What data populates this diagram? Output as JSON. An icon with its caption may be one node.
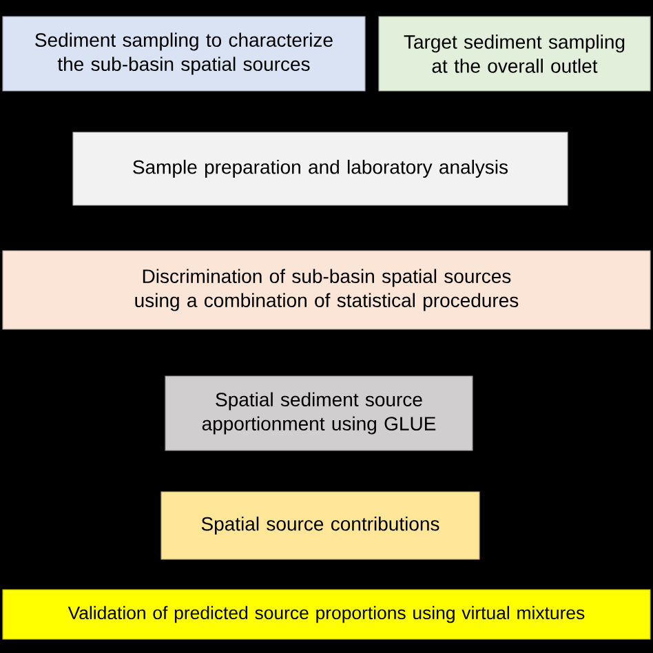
{
  "diagram": {
    "nodes": [
      {
        "text": [
          "Sediment sampling to characterize the sub-basin spatial sources"
        ]
      },
      {
        "text": [
          "Target sediment sampling at the overall outlet"
        ]
      },
      {
        "text": [
          "Sample preparation and laboratory analysis"
        ]
      },
      {
        "text": [
          "Discrimination of sub-basin spatial sources using a combination of statistical procedures"
        ]
      },
      {
        "text": [
          "Spatial sediment source apportionment using GLUE"
        ]
      },
      {
        "text": [
          "Spatial source contributions"
        ]
      },
      {
        "text": [
          "Validation of predicted source proportions using virtual mixtures"
        ]
      }
    ]
  }
}
